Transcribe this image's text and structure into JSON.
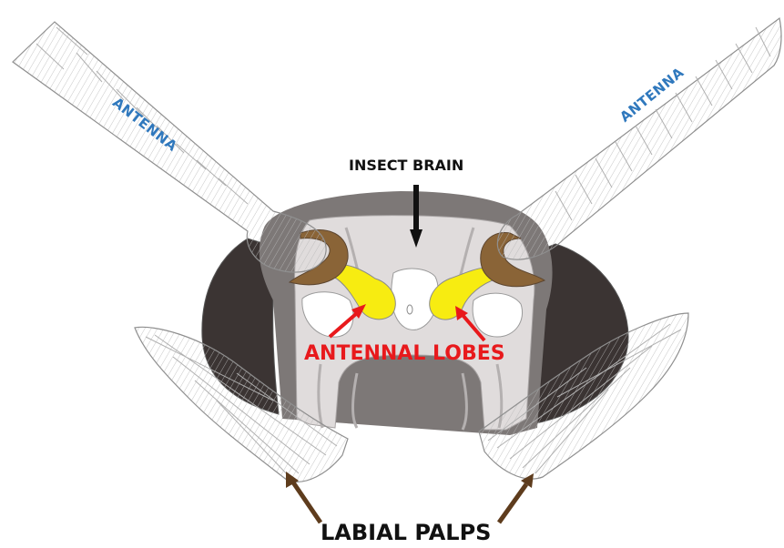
{
  "labels": {
    "antenna_left": "ANTENNA",
    "antenna_right": "ANTENNA",
    "brain": "INSECT BRAIN",
    "antennal_lobes": "ANTENNAL LOBES",
    "labial_palps": "LABIAL PALPS"
  },
  "colors": {
    "antenna_label": "#2f78bd",
    "brain_label": "#111111",
    "lobes_label": "#e8191c",
    "palps_label": "#111111",
    "brain_arrow": "#111111",
    "lobe_arrows": "#e8191c",
    "palp_arrows": "#5e3c1d",
    "antennal_lobe_fill": "#f7ec11",
    "compound_eye": "#3b3433",
    "head_capsule": "#7d7877",
    "brain_tissue": "#e0dcdc",
    "antenna_socket": "#8a6437"
  }
}
